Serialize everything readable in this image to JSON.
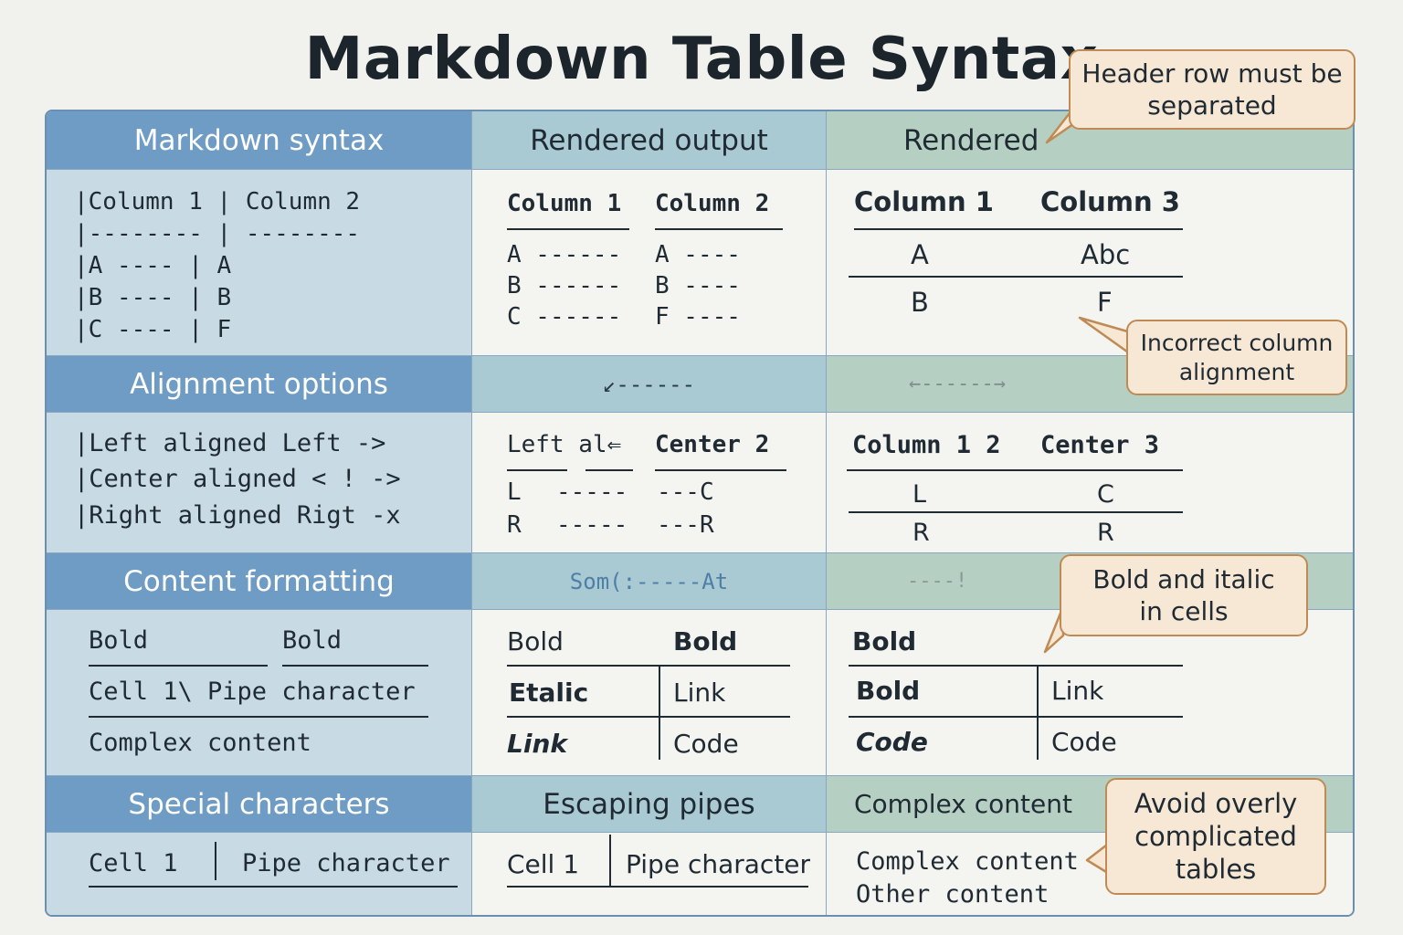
{
  "title": "Markdown Table Syntax",
  "headers": {
    "syntax": "Markdown syntax",
    "rendered_output": "Rendered output",
    "rendered": "Rendered",
    "alignment": "Alignment options",
    "content_formatting": "Content formatting",
    "special_characters": "Special characters",
    "escaping_pipes": "Escaping pipes",
    "complex_content": "Complex content"
  },
  "section1": {
    "syntax_lines": [
      "|Column 1 | Column 2",
      "|-------- | --------",
      "|A ----   | A",
      "|B ----   | B",
      "|C ----   | F"
    ],
    "rendered_output": {
      "col1_header": "Column 1",
      "col2_header": "Column 2",
      "col1_rows": [
        "A ------",
        "B ------",
        "C ------"
      ],
      "col2_rows": [
        "A ----",
        "B ----",
        "F ----"
      ]
    },
    "rendered": {
      "col1_header": "Column 1",
      "col2_header": "Column 3",
      "rows": [
        [
          "A",
          "Abc"
        ],
        [
          "B",
          "F"
        ]
      ]
    }
  },
  "alignment": {
    "mid_band": "↙------",
    "right_band": "←------→",
    "syntax_lines": [
      "|Left aligned   Left ->",
      "|Center aligned  < ! ->",
      "|Right aligned Rigt -x"
    ],
    "rendered_output": {
      "col1_header": "Left al⇐",
      "col2_header": "Center 2",
      "rows": [
        [
          "L",
          "-----",
          "---C"
        ],
        [
          "R",
          "-----",
          "---R"
        ]
      ]
    },
    "rendered": {
      "col1_header": "Column 1 2",
      "col2_header": "Center 3",
      "rows": [
        [
          "L",
          "C"
        ],
        [
          "R",
          "R"
        ]
      ]
    }
  },
  "formatting": {
    "mid_band": "Som(:-----At",
    "right_band": "----!",
    "syntax": {
      "row1": [
        "Bold",
        "Bold"
      ],
      "row2": "Cell 1\\ Pipe character",
      "row3": "Complex content"
    },
    "rendered_output": {
      "row1": [
        "Bold",
        "Bold"
      ],
      "row2": [
        "Etalic",
        "Link"
      ],
      "row3": [
        "Link",
        "Code"
      ]
    },
    "rendered": {
      "row1": "Bold",
      "row2": [
        "Bold",
        "Link"
      ],
      "row3": [
        "Code",
        "Code"
      ]
    }
  },
  "special": {
    "syntax": [
      "Cell 1",
      "Pipe character"
    ],
    "escaping": [
      "Cell 1",
      "Pipe character"
    ],
    "complex": [
      "Complex content",
      "Other content"
    ]
  },
  "callouts": {
    "header_row": "Header row must be separated",
    "incorrect_alignment": "Incorrect column alignment",
    "bold_italic": "Bold and italic in cells",
    "avoid_complicated": "Avoid overly complicated tables"
  },
  "colors": {
    "header_blue": "#6f9cc4",
    "header_teal": "#a9c9d3",
    "header_green": "#b5d0c3",
    "syntax_bg": "#c8dbe5",
    "callout_bg": "#f6e8d4",
    "callout_border": "#c08a55"
  }
}
